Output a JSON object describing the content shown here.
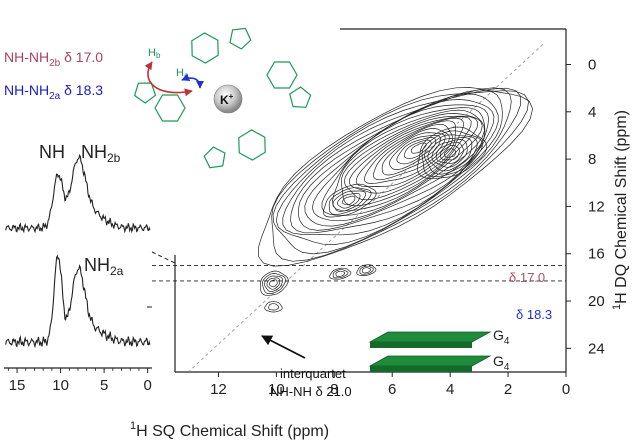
{
  "chart_data": [
    {
      "type": "contour",
      "x_label_prefix": "1",
      "x_label_prefix_super": "H",
      "x_label": " SQ Chemical Shift (ppm)",
      "y_label_prefix": "1",
      "y_label_prefix_super": "H",
      "y_label": " DQ Chemical Shift (ppm)",
      "x_range": [
        13.5,
        0
      ],
      "y_range": [
        -3,
        26
      ],
      "x_ticks": [
        "12",
        "10",
        "8",
        "6",
        "4",
        "2",
        "0"
      ],
      "x_tick_values": [
        12,
        10,
        8,
        6,
        4,
        2,
        0
      ],
      "y_ticks": [
        "0",
        "4",
        "8",
        "12",
        "16",
        "20",
        "24"
      ],
      "y_tick_values": [
        0,
        4,
        8,
        12,
        16,
        20,
        24
      ],
      "diagonal": true,
      "horizontal_lines": [
        {
          "y": 17.0,
          "label": "δ 17.0",
          "color": "#b0506a"
        },
        {
          "y": 18.3,
          "label": "δ 18.3",
          "color": "#2030d0"
        }
      ],
      "peaks": [
        {
          "x": 10.1,
          "y": 18.5
        },
        {
          "x": 10.1,
          "y": 20.5
        },
        {
          "x": 7.8,
          "y": 17.7
        },
        {
          "x": 6.9,
          "y": 17.4
        },
        {
          "x": 4.0,
          "y": 7.5
        },
        {
          "x": 7.5,
          "y": 11.5
        }
      ],
      "annotation": {
        "line1": "interquartet",
        "line2": "NH-NH δ 21.0",
        "arrow_target": {
          "x": 10.3,
          "y": 20.8
        }
      }
    },
    {
      "type": "line",
      "name": "projection-top",
      "labels": [
        "NH",
        "NH",
        "2b"
      ],
      "peaks_ppm": [
        10.3,
        8.0
      ]
    },
    {
      "type": "line",
      "name": "projection-bottom",
      "labels": [
        "NH",
        "2a"
      ],
      "peaks_ppm": [
        10.3,
        8.0
      ]
    }
  ],
  "side_axis": {
    "x_ticks": [
      "15",
      "10",
      "5",
      "0"
    ],
    "x_tick_values": [
      15,
      10,
      5,
      0
    ],
    "x_range": [
      16.5,
      -0.5
    ]
  },
  "legend_text": {
    "line1_prefix": "NH-NH",
    "line1_sub": "2b",
    "line1_value": " δ 17.0",
    "line1_color": "#b04060",
    "line2_prefix": "NH-NH",
    "line2_sub": "2a",
    "line2_value": " δ 18.3",
    "line2_color": "#1a1ad0"
  },
  "structure": {
    "ion": "K",
    "ion_sup": "+",
    "Hb": "H",
    "Hb_sub": "b",
    "Ha": "H",
    "Ha_sub": "a",
    "stack_label_1": "G",
    "stack_label_1_sub": "4",
    "stack_label_2": "G",
    "stack_label_2_sub": "4",
    "color": "#1a9a55"
  }
}
